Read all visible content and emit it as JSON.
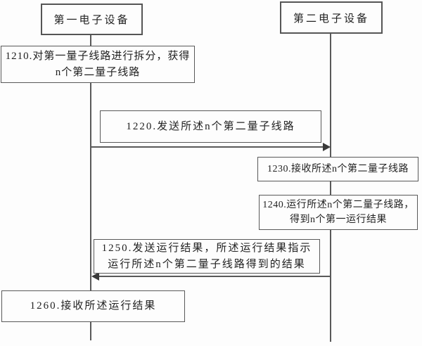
{
  "diagram": {
    "type": "sequence-flowchart",
    "actors": [
      {
        "id": "first-device",
        "label": "第一电子设备"
      },
      {
        "id": "second-device",
        "label": "第二电子设备"
      }
    ],
    "steps": [
      {
        "id": "1210",
        "actor": "first-device",
        "label": "1210.对第一量子线路进行拆分，获得n个第二量子线路"
      },
      {
        "id": "1220",
        "actor": "first-device",
        "label": "1220.发送所述n个第二量子线路"
      },
      {
        "id": "1230",
        "actor": "second-device",
        "label": "1230.接收所述n个第二量子线路"
      },
      {
        "id": "1240",
        "actor": "second-device",
        "label": "1240.运行所述n个第二量子线路，得到n个第一运行结果"
      },
      {
        "id": "1250",
        "actor": "second-device",
        "label": "1250.发送运行结果，所述运行结果指示运行所述n个第二量子线路得到的结果"
      },
      {
        "id": "1260",
        "actor": "first-device",
        "label": "1260.接收所述运行结果"
      }
    ],
    "arrows": [
      {
        "after_step": "1220",
        "direction": "right",
        "from": "first-device",
        "to": "second-device"
      },
      {
        "after_step": "1250",
        "direction": "left",
        "from": "second-device",
        "to": "first-device"
      }
    ],
    "colors": {
      "line": "#595959",
      "arrowhead": "#3a3a3a",
      "text": "#222222",
      "background": "#fdfdfd"
    }
  }
}
